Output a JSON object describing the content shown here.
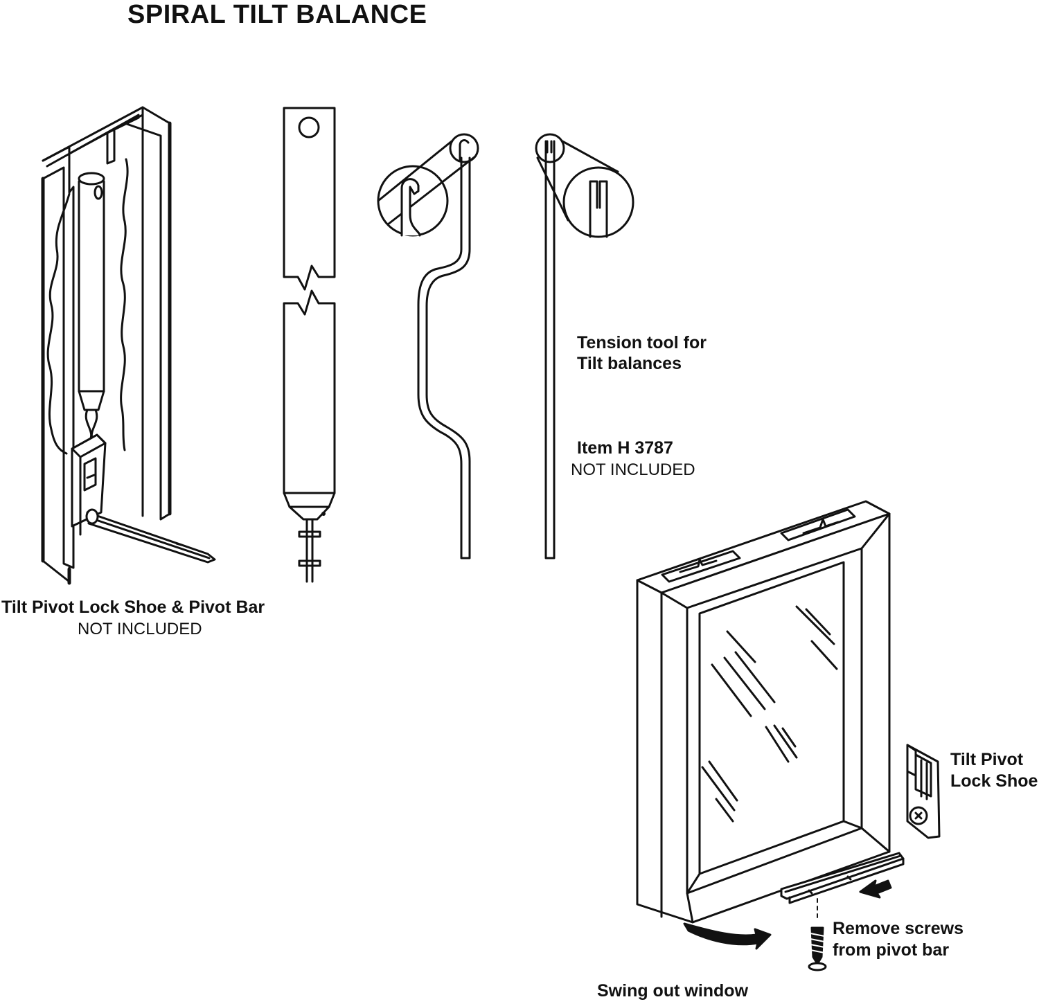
{
  "title": "SPIRAL TILT BALANCE",
  "labels": {
    "pivot_assembly_line1": "Tilt Pivot Lock Shoe & Pivot Bar",
    "pivot_assembly_line2": "NOT INCLUDED",
    "tension_tool_line1": "Tension tool for",
    "tension_tool_line2": "Tilt balances",
    "item_line1": "Item H 3787",
    "item_line2": "NOT INCLUDED",
    "lock_shoe_line1": "Tilt Pivot",
    "lock_shoe_line2": "Lock Shoe",
    "remove_screws_line1": "Remove screws",
    "remove_screws_line2": "from pivot bar",
    "swing_out": "Swing out window"
  },
  "colors": {
    "line": "#111111",
    "background": "#ffffff"
  }
}
